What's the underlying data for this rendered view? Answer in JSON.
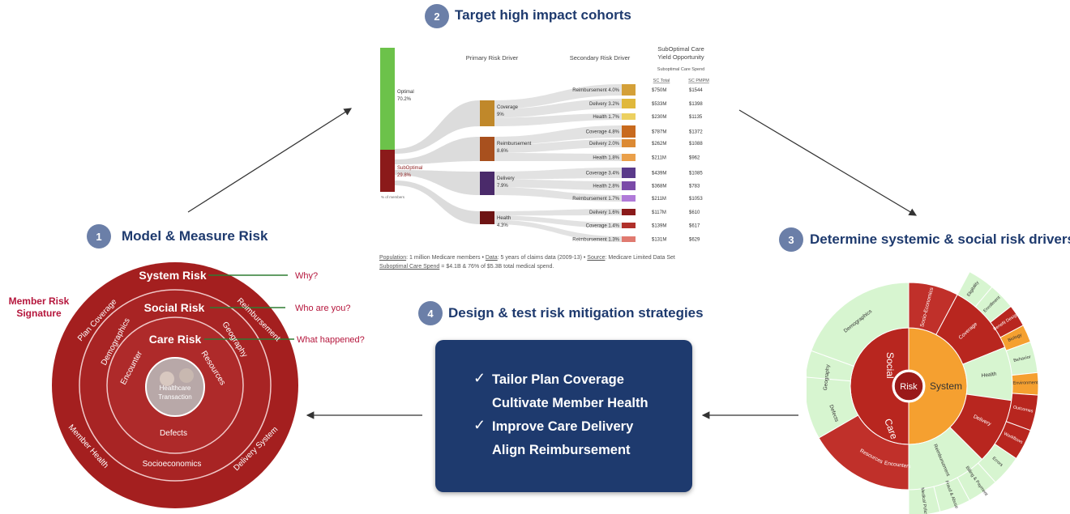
{
  "steps": [
    {
      "number": "1",
      "title": "Model & Measure Risk"
    },
    {
      "number": "2",
      "title": "Target high impact cohorts"
    },
    {
      "number": "3",
      "title": "Determine systemic & social risk drivers"
    },
    {
      "number": "4",
      "title": "Design & test risk mitigation strategies"
    }
  ],
  "risk_model": {
    "signature_line1": "Member Risk",
    "signature_line2": "Signature",
    "rings": [
      "System Risk",
      "Social Risk",
      "Care Risk"
    ],
    "questions": [
      "Why?",
      "Who are you?",
      "What happened?"
    ],
    "outer_labels": [
      "Plan Coverage",
      "Reimbursement",
      "Member Health",
      "Delivery System"
    ],
    "middle_labels": [
      "Demographics",
      "Geography",
      "Socioeconomics"
    ],
    "inner_labels": [
      "Encounter",
      "Resources",
      "Defects"
    ],
    "center_line1": "Healthcare",
    "center_line2": "Transaction"
  },
  "sankey": {
    "headers": {
      "primary": "Primary Risk Driver",
      "secondary": "Secondary Risk Driver",
      "yield_line1": "SubOptimal Care",
      "yield_line2": "Yield Opportunity",
      "spend": "Suboptimal Care Spend",
      "sc_total": "SC Total",
      "sc_pmpm": "SC PMPM"
    },
    "optimal_label": "Optimal",
    "optimal_value": "70.2%",
    "suboptimal_label": "SubOptimal",
    "suboptimal_value": "29.8%",
    "axis_note": "% of members",
    "primary": [
      {
        "name": "Coverage",
        "value": "9%",
        "color": "#c0882a"
      },
      {
        "name": "Reimbursement",
        "value": "8.6%",
        "color": "#a8501e"
      },
      {
        "name": "Delivery",
        "value": "7.9%",
        "color": "#4a2a6a"
      },
      {
        "name": "Health",
        "value": "4.3%",
        "color": "#6e1414"
      }
    ],
    "secondary": [
      {
        "label": "Reimbursement 4.0%",
        "color": "#d4a038",
        "total": "$750M",
        "pmpm": "$1544"
      },
      {
        "label": "Delivery 3.2%",
        "color": "#e0b83c",
        "total": "$533M",
        "pmpm": "$1398"
      },
      {
        "label": "Health 1.7%",
        "color": "#ecd060",
        "total": "$230M",
        "pmpm": "$1135"
      },
      {
        "label": "Coverage 4.8%",
        "color": "#c86a1e",
        "total": "$787M",
        "pmpm": "$1372"
      },
      {
        "label": "Delivery 2.0%",
        "color": "#dc8a34",
        "total": "$262M",
        "pmpm": "$1088"
      },
      {
        "label": "Health 1.8%",
        "color": "#eaa04a",
        "total": "$211M",
        "pmpm": "$962"
      },
      {
        "label": "Coverage 3.4%",
        "color": "#5a3a8a",
        "total": "$439M",
        "pmpm": "$1085"
      },
      {
        "label": "Health 2.8%",
        "color": "#7a4aa8",
        "total": "$368M",
        "pmpm": "$783"
      },
      {
        "label": "Reimbursement 1.7%",
        "color": "#b07ad8",
        "total": "$211M",
        "pmpm": "$1053"
      },
      {
        "label": "Delivery 1.6%",
        "color": "#8a1a1a",
        "total": "$117M",
        "pmpm": "$610"
      },
      {
        "label": "Coverage 1.4%",
        "color": "#b0302a",
        "total": "$139M",
        "pmpm": "$617"
      },
      {
        "label": "Reimbursement 1.3%",
        "color": "#e07a70",
        "total": "$131M",
        "pmpm": "$629"
      }
    ],
    "caption": {
      "population_label": "Population",
      "population_text": ": 1 million Medicare members •",
      "data_label": "Data",
      "data_text": ": 5 years of claims data (2009-13) •",
      "source_label": "Source",
      "source_text": ": Medicare Limited Data Set",
      "spend_label": "Suboptimal Care Spend",
      "spend_text": "= $4.1B & 76% of $5.3B total medical spend."
    }
  },
  "strategies": [
    {
      "label": "Tailor Plan Coverage",
      "checked": true
    },
    {
      "label": "Cultivate Member Health",
      "checked": false
    },
    {
      "label": "Improve Care Delivery",
      "checked": true
    },
    {
      "label": "Align Reimbursement",
      "checked": false
    }
  ],
  "check_mark": "✓",
  "sunburst": {
    "center": "Risk",
    "system": "System",
    "social": "Social",
    "care": "Care",
    "social_outer": [
      "Demographics",
      "Geography",
      "Defects"
    ],
    "care_outer": [
      "Resources",
      "Encounters"
    ],
    "system_mid": [
      "Socio-Economics",
      "Coverage",
      "Health",
      "Delivery",
      "Reimbursement"
    ],
    "system_outer": [
      "Eligibility",
      "Enrollment",
      "Benefit Design",
      "Biology",
      "Behavior",
      "Environment",
      "Outcomes",
      "Workflows",
      "Errors",
      "Billing & Payment",
      "Fraud & Abuse",
      "Medical Policy"
    ]
  },
  "colors": {
    "navy": "#1e3a6e",
    "badge": "#6b7fa8",
    "risk_red": "#a41f1f",
    "question_red": "#b5163c",
    "green_line": "#2e7d32",
    "optimal_green": "#6cc24a",
    "suboptimal_red": "#8b1a1a",
    "light_green": "#d7f5d0",
    "orange": "#f5a030"
  }
}
